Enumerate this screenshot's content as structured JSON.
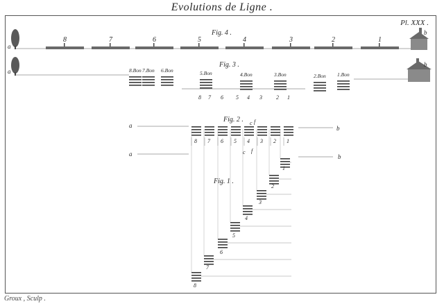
{
  "title": "Evolutions de Ligne .",
  "plate_number": "Pl. XXX .",
  "credit": "Groux , Sculp .",
  "figures": {
    "fig4": "Fig. 4 .",
    "fig3": "Fig. 3 .",
    "fig2": "Fig. 2 .",
    "fig1": "Fig. 1 ."
  },
  "point_labels": {
    "a": "a",
    "b": "b",
    "c": "c",
    "f": "f"
  },
  "fig4_units": [
    "8",
    "7",
    "6",
    "5",
    "4",
    "3",
    "2",
    "1"
  ],
  "fig3_battalions": [
    "8.Bon",
    "7.Bon",
    "6.Bon",
    "5.Bon",
    "4.Bon",
    "3.Bon",
    "2.Bon",
    "1.Bon"
  ],
  "fig3_numbers": [
    "8",
    "7",
    "6",
    "5",
    "4",
    "3",
    "2",
    "1"
  ],
  "fig2_numbers": [
    "8",
    "7",
    "6",
    "5",
    "4",
    "3",
    "2",
    "1"
  ],
  "fig1_numbers": [
    "1",
    "2",
    "3",
    "4",
    "5",
    "6",
    "7",
    "8"
  ]
}
